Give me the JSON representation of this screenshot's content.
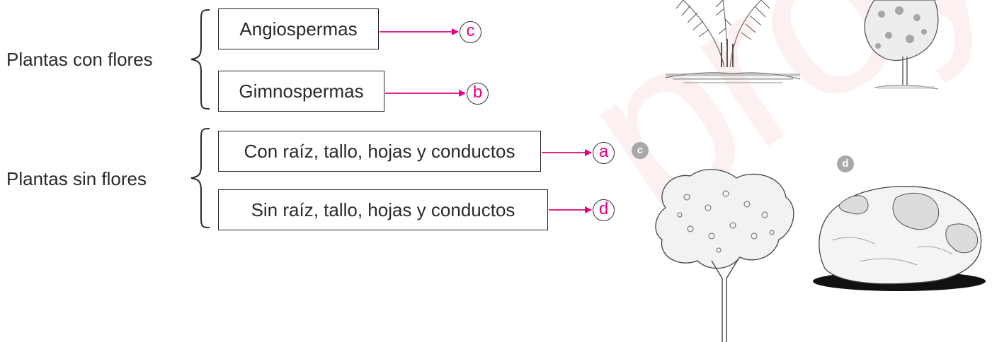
{
  "watermark": "proyectodescartes.es",
  "groups": [
    {
      "label": "Plantas con flores",
      "items": [
        {
          "text": "Angiospermas",
          "answer": "c"
        },
        {
          "text": "Gimnospermas",
          "answer": "b"
        }
      ]
    },
    {
      "label": "Plantas sin flores",
      "items": [
        {
          "text": "Con raíz, tallo, hojas y conductos",
          "answer": "a"
        },
        {
          "text": "Sin raíz, tallo, hojas y conductos",
          "answer": "d"
        }
      ]
    }
  ],
  "image_badges": [
    "c",
    "d"
  ],
  "illustrations": [
    "fern-illustration",
    "tree-illustration",
    "fruit-tree-illustration",
    "moss-rock-illustration"
  ],
  "colors": {
    "answer": "#e6007e",
    "arrow": "#e6007e",
    "badge": "#a8a8a8",
    "text": "#2a2a2a"
  }
}
